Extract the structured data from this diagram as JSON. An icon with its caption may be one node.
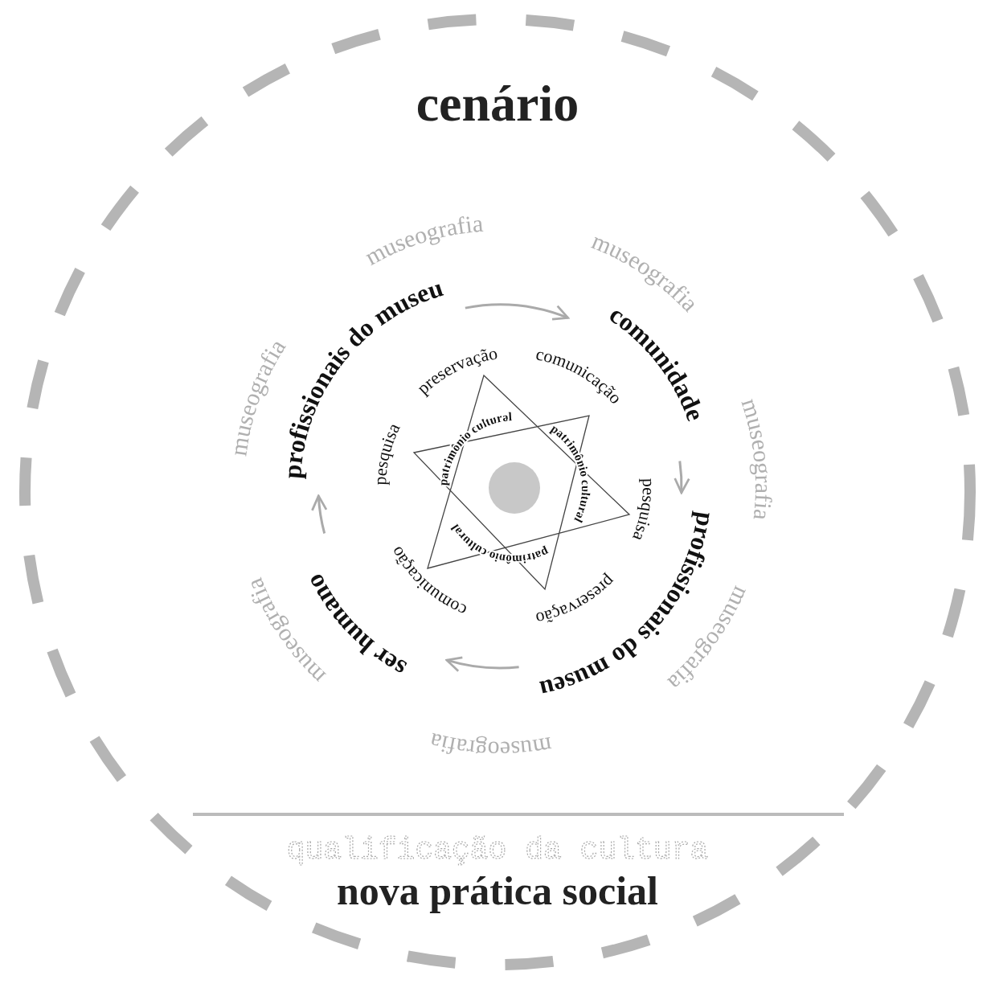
{
  "diagram": {
    "nodes": [
      {
        "text": [
          "cenário"
        ]
      },
      {
        "text": [
          "profissionais do museu"
        ],
        "in": 0
      },
      {
        "text": [
          "comunidade"
        ],
        "in": 0
      },
      {
        "text": [
          "profissionais do museu"
        ],
        "in": 0
      },
      {
        "text": [
          "ser humano"
        ],
        "in": 0
      },
      {
        "text": [
          "patrimônio cultural",
          "patrimônio cultural",
          "patrimônio cultural"
        ],
        "in": 0
      },
      {
        "text": [],
        "shape": "circle",
        "in": 5
      }
    ],
    "edges": [
      {
        "from": 1,
        "to": 2,
        "arrow": "to"
      },
      {
        "from": 2,
        "to": 3,
        "arrow": "to"
      },
      {
        "from": 3,
        "to": 4,
        "arrow": "to"
      },
      {
        "from": 4,
        "to": 1,
        "arrow": "to"
      }
    ],
    "labels": [
      "museografia",
      "museografia",
      "museografia",
      "museografia",
      "museografia",
      "museografia",
      "museografia",
      "pesquisa",
      "preservação",
      "comunicação",
      "pesquisa",
      "preservação",
      "comunicação",
      "qualificação da cultura",
      "nova prática social"
    ]
  }
}
